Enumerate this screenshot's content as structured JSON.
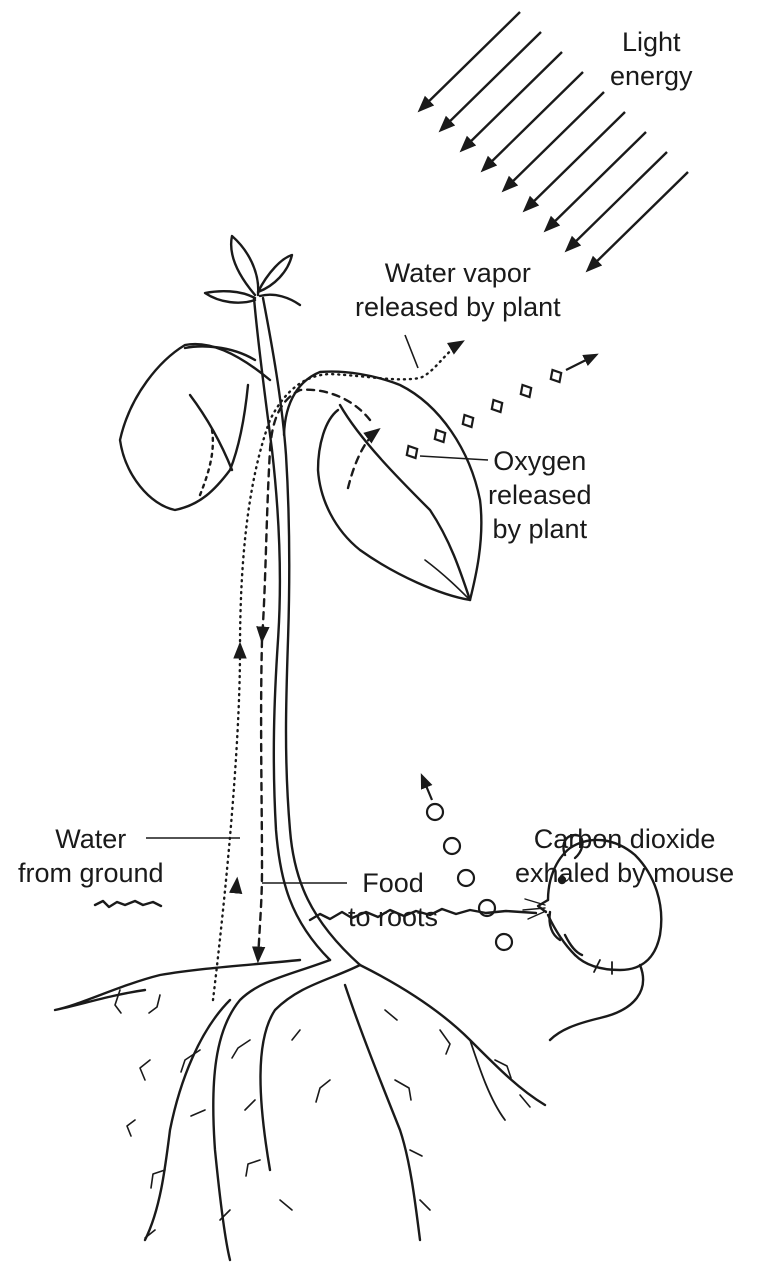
{
  "labels": {
    "light_energy": [
      "Light",
      "energy"
    ],
    "water_vapor": [
      "Water vapor",
      "released by plant"
    ],
    "oxygen": [
      "Oxygen",
      "released",
      "by plant"
    ],
    "water_from_ground": [
      "Water",
      "from ground"
    ],
    "carbon_dioxide": [
      "Carbon dioxide",
      "exhaled by mouse"
    ],
    "food_to_roots": [
      "Food",
      "to roots"
    ]
  },
  "colors": {
    "ink": "#1a1a1a",
    "background": "#ffffff"
  }
}
